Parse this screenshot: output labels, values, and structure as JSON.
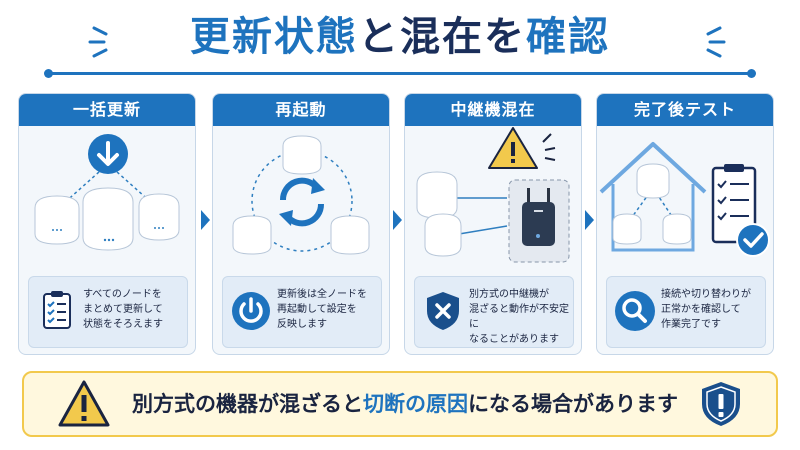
{
  "title": {
    "part1": "更新状態",
    "part2": "と",
    "part3": "混在",
    "part4": "を",
    "part5": "確認"
  },
  "cards": [
    {
      "heading": "一括更新",
      "note": "すべてのノードを\nまとめて更新して\n状態をそろえます",
      "note_icon": "checklist-icon",
      "art_icons": [
        "download-arrow-icon",
        "mesh-node-icon"
      ]
    },
    {
      "heading": "再起動",
      "note": "更新後は全ノードを\n再起動して設定を\n反映します",
      "note_icon": "power-icon",
      "art_icons": [
        "restart-cycle-icon",
        "mesh-node-icon"
      ]
    },
    {
      "heading": "中継機混在",
      "note": "別方式の中継機が\n混ざると動作が不安定に\nなることがあります",
      "note_icon": "shield-x-icon",
      "art_icons": [
        "warning-icon",
        "range-extender-icon",
        "mesh-node-icon"
      ]
    },
    {
      "heading": "完了後テスト",
      "note": "接続や切り替わりが\n正常かを確認して\n作業完了です",
      "note_icon": "magnifier-icon",
      "art_icons": [
        "house-icon",
        "clipboard-check-icon",
        "check-badge-icon"
      ]
    }
  ],
  "banner": {
    "text_before": "別方式の機器が混ざると",
    "text_highlight": "切断の原因",
    "text_after": "になる場合があります",
    "left_icon": "warning-icon",
    "right_icon": "shield-alert-icon"
  },
  "colors": {
    "accent": "#1e73be",
    "navy": "#1a2e5a",
    "card_bg": "#f3f7fb",
    "banner_bg": "#fff8de",
    "warning": "#f2c94c"
  }
}
